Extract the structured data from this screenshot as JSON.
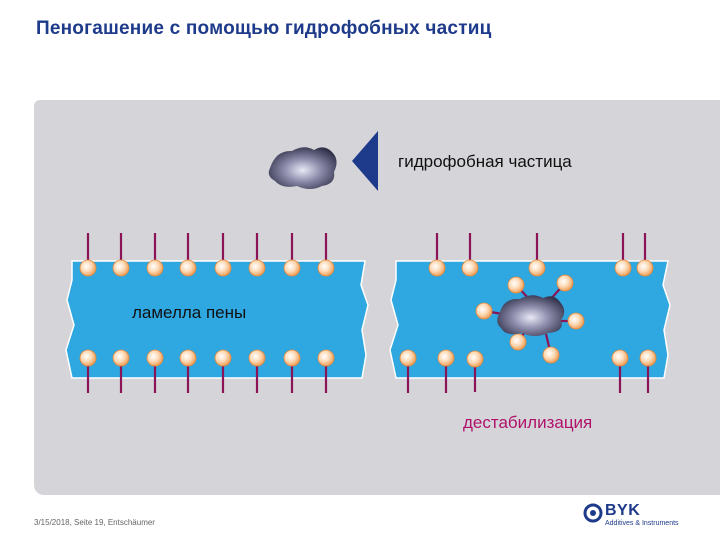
{
  "title": "Пеногашение с помощью гидрофобных частиц",
  "labels": {
    "particle": "гидрофобная частица",
    "lamella": "ламелла пены",
    "destabilization": "дестабилизация"
  },
  "footer": "3/15/2018, Seite 19, Entschäumer",
  "logo": {
    "brand": "BYK",
    "subtitle": "Additives & Instruments"
  },
  "colors": {
    "title": "#1e3a8a",
    "panel": "#d4d4d9",
    "lamella": "#2fa7e0",
    "surfactant_tail": "#8b1457",
    "surfactant_head": "#f6b27a",
    "arrow": "#1e3a8a",
    "destabilization_text": "#b0126b",
    "particle": "#5a5a78"
  }
}
